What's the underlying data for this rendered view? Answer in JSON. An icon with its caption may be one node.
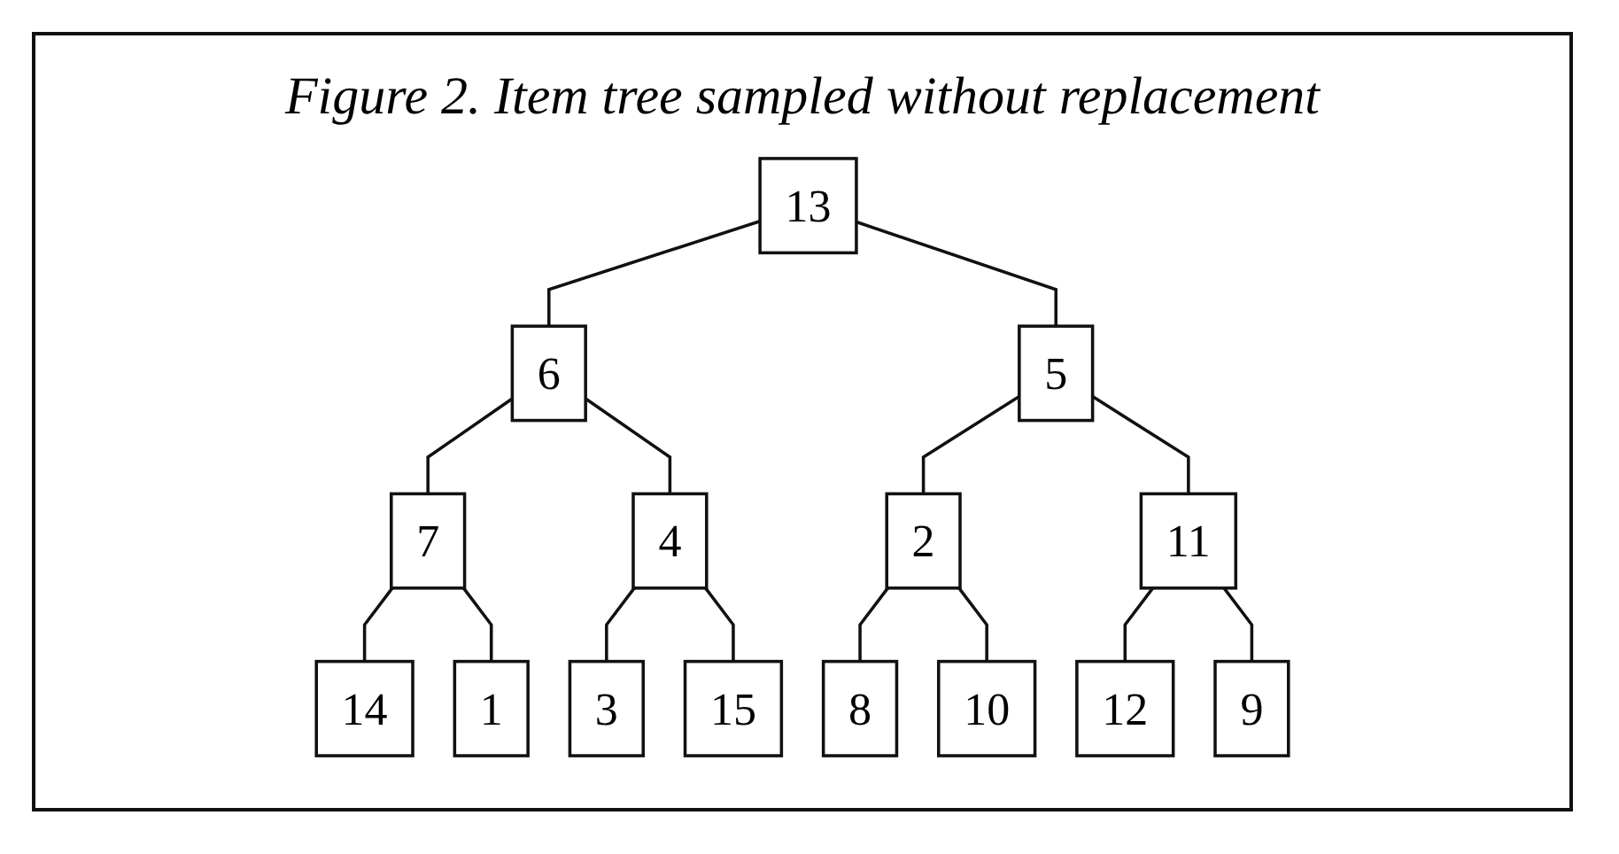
{
  "diagram": {
    "title": "Figure 2. Item tree sampled without replacement",
    "nodes": [
      {
        "text": [
          "13"
        ]
      },
      {
        "text": [
          "6"
        ]
      },
      {
        "text": [
          "5"
        ]
      },
      {
        "text": [
          "7"
        ]
      },
      {
        "text": [
          "4"
        ]
      },
      {
        "text": [
          "2"
        ]
      },
      {
        "text": [
          "11"
        ]
      },
      {
        "text": [
          "14"
        ]
      },
      {
        "text": [
          "1"
        ]
      },
      {
        "text": [
          "3"
        ]
      },
      {
        "text": [
          "15"
        ]
      },
      {
        "text": [
          "8"
        ]
      },
      {
        "text": [
          "10"
        ]
      },
      {
        "text": [
          "12"
        ]
      },
      {
        "text": [
          "9"
        ]
      }
    ],
    "edges": [
      {
        "from": 0,
        "to": 1,
        "arrow": "none"
      },
      {
        "from": 0,
        "to": 2,
        "arrow": "none"
      },
      {
        "from": 1,
        "to": 3,
        "arrow": "none"
      },
      {
        "from": 1,
        "to": 4,
        "arrow": "none"
      },
      {
        "from": 2,
        "to": 5,
        "arrow": "none"
      },
      {
        "from": 2,
        "to": 6,
        "arrow": "none"
      },
      {
        "from": 3,
        "to": 7,
        "arrow": "none"
      },
      {
        "from": 3,
        "to": 8,
        "arrow": "none"
      },
      {
        "from": 4,
        "to": 9,
        "arrow": "none"
      },
      {
        "from": 4,
        "to": 10,
        "arrow": "none"
      },
      {
        "from": 5,
        "to": 11,
        "arrow": "none"
      },
      {
        "from": 5,
        "to": 12,
        "arrow": "none"
      },
      {
        "from": 6,
        "to": 13,
        "arrow": "none"
      },
      {
        "from": 6,
        "to": 14,
        "arrow": "none"
      }
    ]
  }
}
